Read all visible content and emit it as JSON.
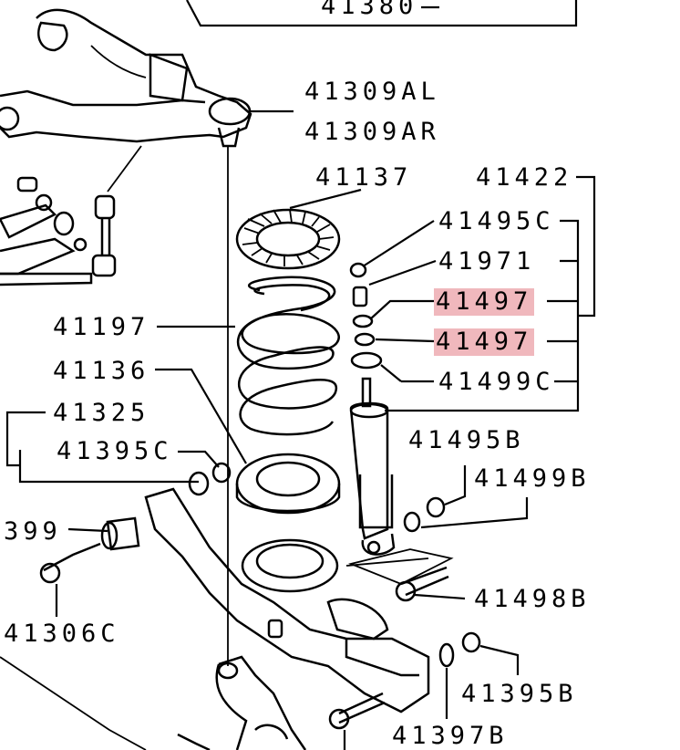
{
  "labels": {
    "l41380": "41380",
    "l41309AL": "41309AL",
    "l41309AR": "41309AR",
    "l41137": "41137",
    "l41422": "41422",
    "l41495C": "41495C",
    "l41971": "41971",
    "l41497a": "41497",
    "l41497b": "41497",
    "l41499C": "41499C",
    "l41197": "41197",
    "l41136": "41136",
    "l41325": "41325",
    "l41395C": "41395C",
    "l41495B": "41495B",
    "l41499B": "41499B",
    "l399": "399",
    "l41498B": "41498B",
    "l41306C": "41306C",
    "l41395B": "41395B",
    "l41397B": "41397B"
  },
  "highlight_color": "#f0b8bd"
}
